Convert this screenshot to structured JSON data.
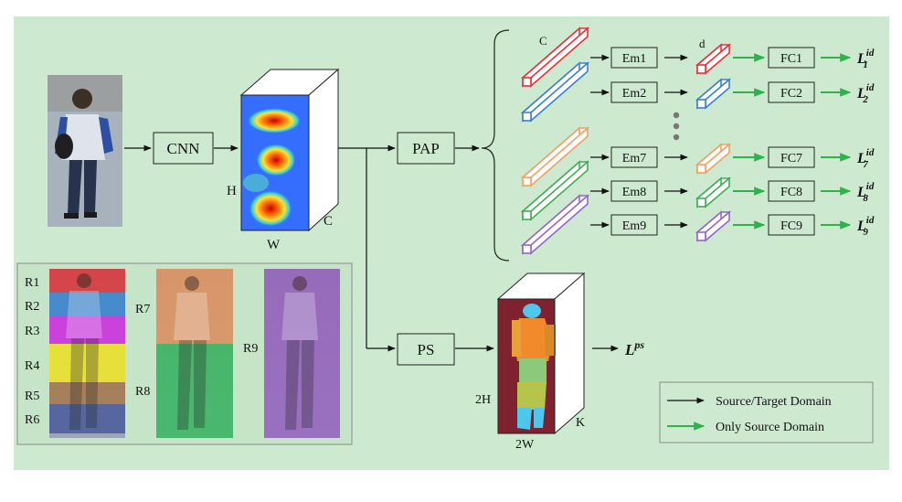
{
  "modules": {
    "cnn": "CNN",
    "pap": "PAP",
    "ps": "PS"
  },
  "feature_map": {
    "h": "H",
    "w": "W",
    "c": "C"
  },
  "part_seg_map": {
    "h": "2H",
    "w": "2W",
    "k": "K"
  },
  "branch_labels": {
    "c": "C",
    "d": "d"
  },
  "branches": [
    {
      "em": "Em1",
      "fc": "FC1",
      "sub": "1",
      "color": "#e8313a"
    },
    {
      "em": "Em2",
      "fc": "FC2",
      "sub": "2",
      "color": "#3b7fd0"
    },
    {
      "em": "Em7",
      "fc": "FC7",
      "sub": "7",
      "color": "#f0a062"
    },
    {
      "em": "Em8",
      "fc": "FC8",
      "sub": "8",
      "color": "#3fae55"
    },
    {
      "em": "Em9",
      "fc": "FC9",
      "sub": "9",
      "color": "#9466c7"
    }
  ],
  "loss": {
    "id_base": "L",
    "id_sup": "id",
    "ps_base": "L",
    "ps_sup": "ps"
  },
  "regions": {
    "r1": "R1",
    "r2": "R2",
    "r3": "R3",
    "r4": "R4",
    "r5": "R5",
    "r6": "R6",
    "r7": "R7",
    "r8": "R8",
    "r9": "R9"
  },
  "legend": {
    "black": "Source/Target Domain",
    "green": "Only Source Domain"
  },
  "colors": {
    "background": "#cde9cf",
    "black_arrow": "#111111",
    "green_arrow": "#2db34a"
  }
}
